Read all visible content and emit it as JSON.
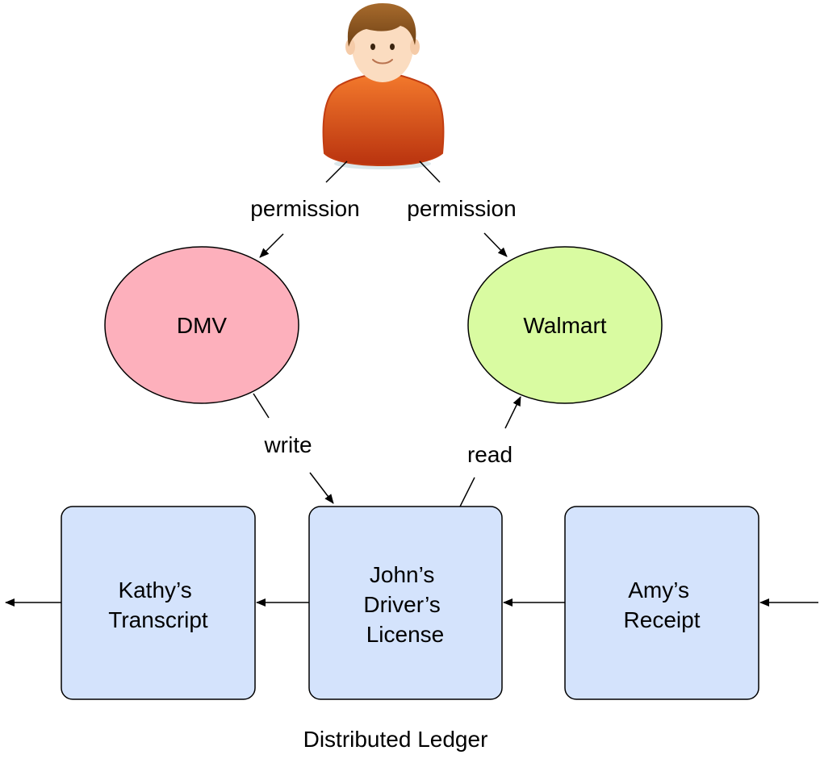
{
  "diagram": {
    "nodes": {
      "person": {
        "kind": "user"
      },
      "dmv": {
        "label": "DMV",
        "fill": "#fdb0bc"
      },
      "walmart": {
        "label": "Walmart",
        "fill": "#d9fba1"
      },
      "blocks": [
        {
          "lines": [
            "Kathy’s",
            "Transcript"
          ],
          "fill": "#d4e3fc"
        },
        {
          "lines": [
            "John’s",
            "Driver’s",
            "License"
          ],
          "fill": "#d4e3fc"
        },
        {
          "lines": [
            "Amy’s",
            "Receipt"
          ],
          "fill": "#d4e3fc"
        }
      ]
    },
    "edges": {
      "permission_left": "permission",
      "permission_right": "permission",
      "write": "write",
      "read": "read"
    },
    "ledger_caption": "Distributed Ledger"
  },
  "colors": {
    "line": "#000000",
    "shirt": "#e8571c",
    "skin": "#fbdcc0",
    "hair": "#8a5620"
  }
}
